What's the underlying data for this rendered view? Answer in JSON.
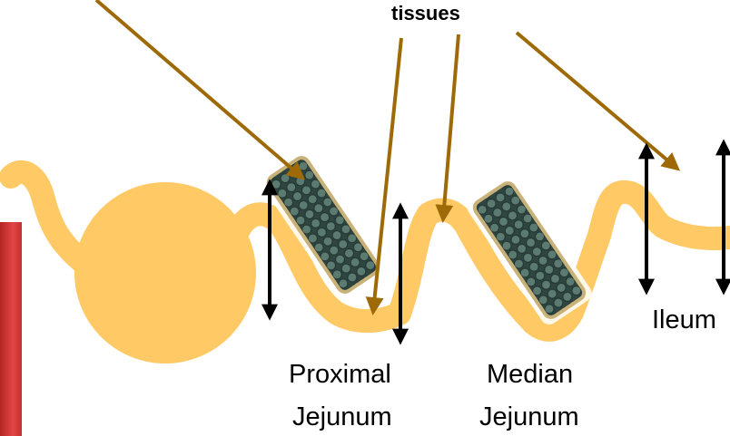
{
  "diagram": {
    "callout_label": "tissues",
    "segments": [
      {
        "line1": "Proximal",
        "line2": "Jejunum"
      },
      {
        "line1": "Median",
        "line2": "Jejunum"
      },
      {
        "line1": "Ileum",
        "line2": ""
      }
    ]
  },
  "colors": {
    "intestine": "#FFC966",
    "arrow_brown": "#9E6A07",
    "arrow_black": "#000000",
    "tissue_fill": "#3F5A52",
    "tissue_edge": "#C8B27A",
    "red_block": "#D63B3B"
  },
  "icons": {
    "intestine_shape": "intestine-illustration",
    "tissue_patch": "tissue-patch-icon"
  }
}
